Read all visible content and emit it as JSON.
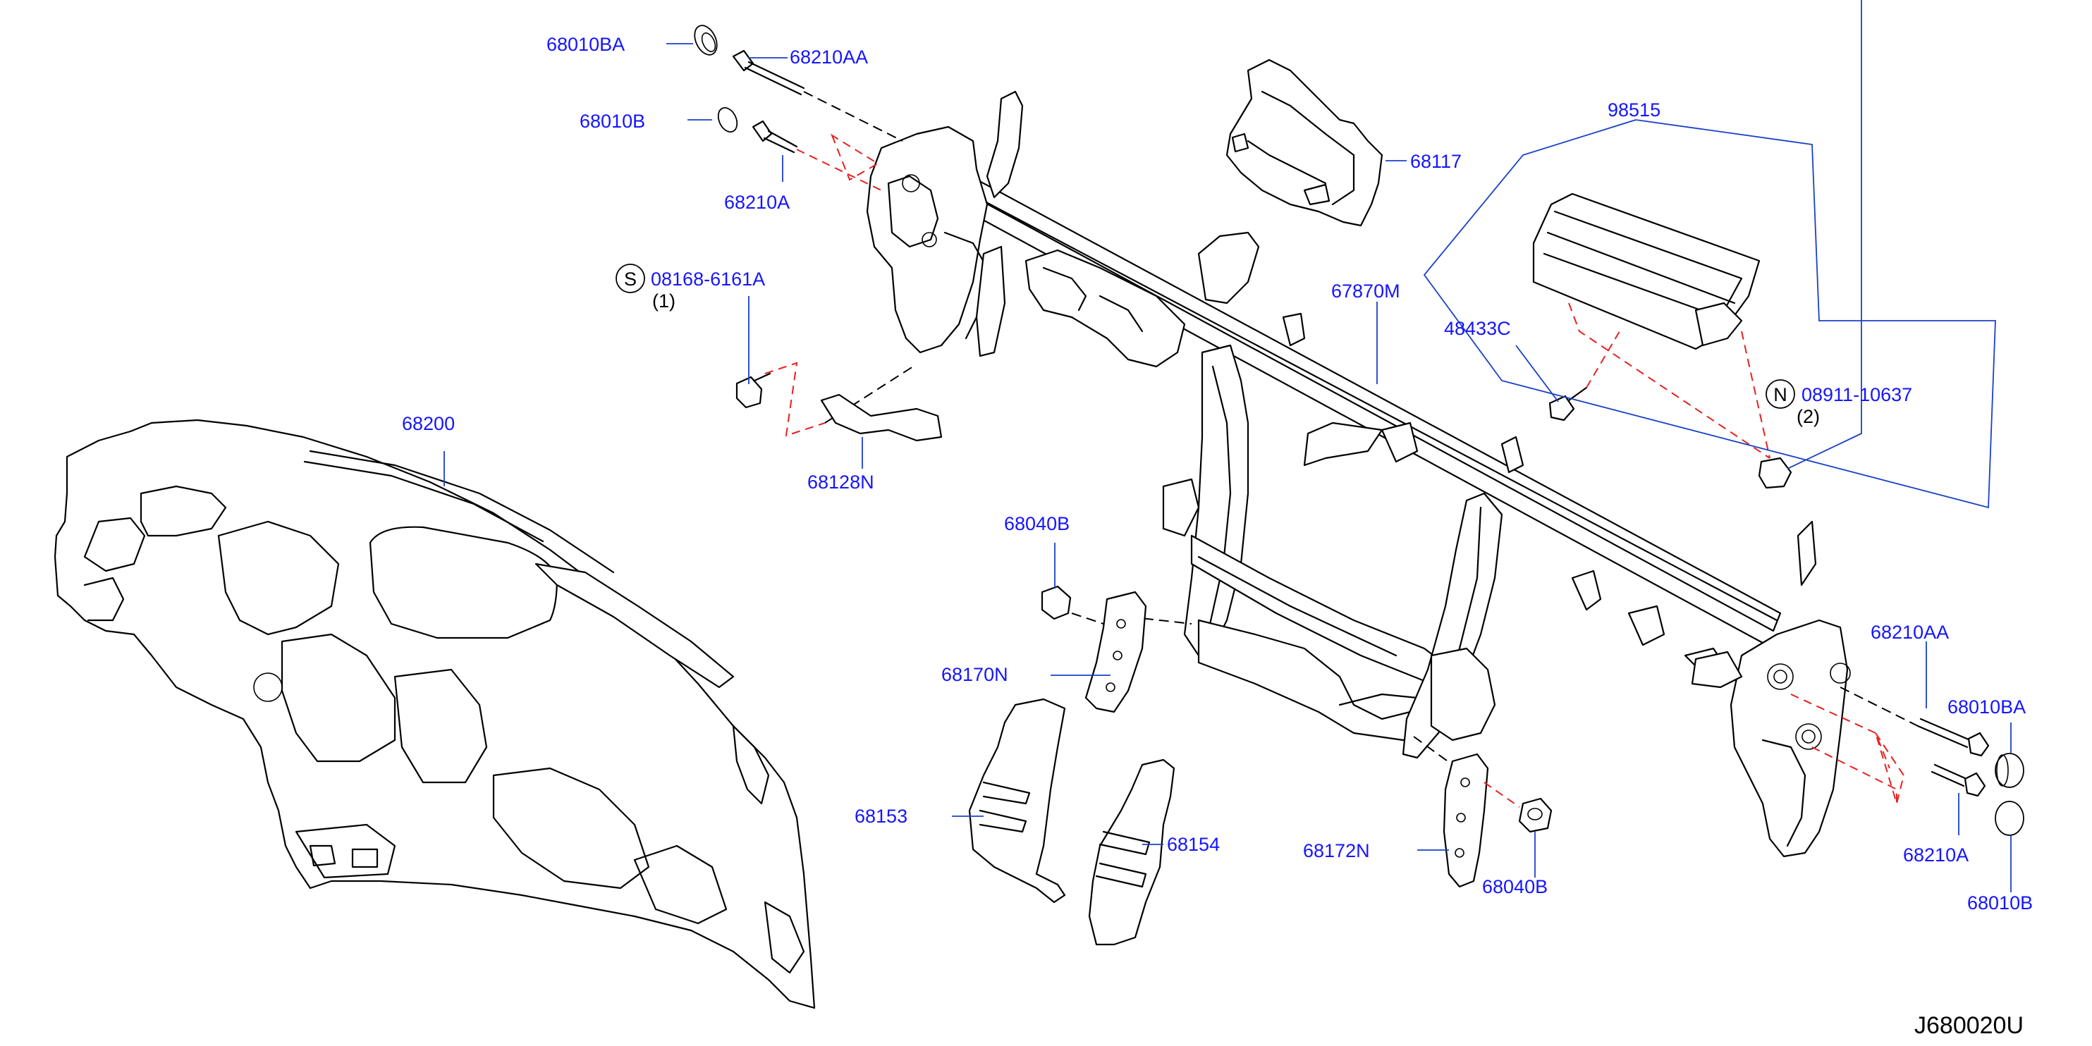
{
  "diagram_id": "J680020U",
  "colors": {
    "part_number": "#1515ff",
    "leader": "#1a40c8",
    "dashed_guide": "#e82020",
    "outline": "#000000"
  },
  "callouts": {
    "p68010BA_top": "68010BA",
    "p68210AA_top": "68210AA",
    "p68010B_top": "68010B",
    "p68210A_top": "68210A",
    "p08168": "08168-6161A",
    "p08168_qty": "(1)",
    "p08168_mark": "S",
    "p68128N": "68128N",
    "p68200": "68200",
    "p68117": "68117",
    "p98515": "98515",
    "p67870M": "67870M",
    "p48433C": "48433C",
    "p08911": "08911-10637",
    "p08911_qty": "(2)",
    "p08911_mark": "N",
    "p68040B_top": "68040B",
    "p68170N": "68170N",
    "p68153": "68153",
    "p68154": "68154",
    "p68172N": "68172N",
    "p68040B_bottom": "68040B",
    "p68210AA_right": "68210AA",
    "p68010BA_right": "68010BA",
    "p68210A_right": "68210A",
    "p68010B_right": "68010B"
  }
}
